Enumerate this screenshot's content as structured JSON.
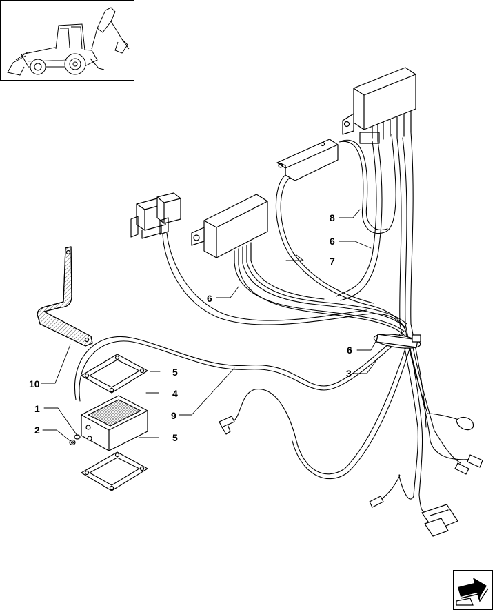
{
  "thumbnail": {
    "icon": "backhoe-loader-icon"
  },
  "callouts": [
    {
      "id": "c8",
      "label": "8"
    },
    {
      "id": "c6a",
      "label": "6"
    },
    {
      "id": "c7",
      "label": "7"
    },
    {
      "id": "c6b",
      "label": "6"
    },
    {
      "id": "c6c",
      "label": "6"
    },
    {
      "id": "c3",
      "label": "3"
    },
    {
      "id": "c10",
      "label": "10"
    },
    {
      "id": "c5a",
      "label": "5"
    },
    {
      "id": "c4",
      "label": "4"
    },
    {
      "id": "c1",
      "label": "1"
    },
    {
      "id": "c2",
      "label": "2"
    },
    {
      "id": "c9",
      "label": "9"
    },
    {
      "id": "c5b",
      "label": "5"
    }
  ],
  "nav": {
    "icon": "next-page-arrow-icon"
  },
  "colors": {
    "line": "#000000",
    "fill": "#ffffff",
    "hatch": "#555555"
  }
}
